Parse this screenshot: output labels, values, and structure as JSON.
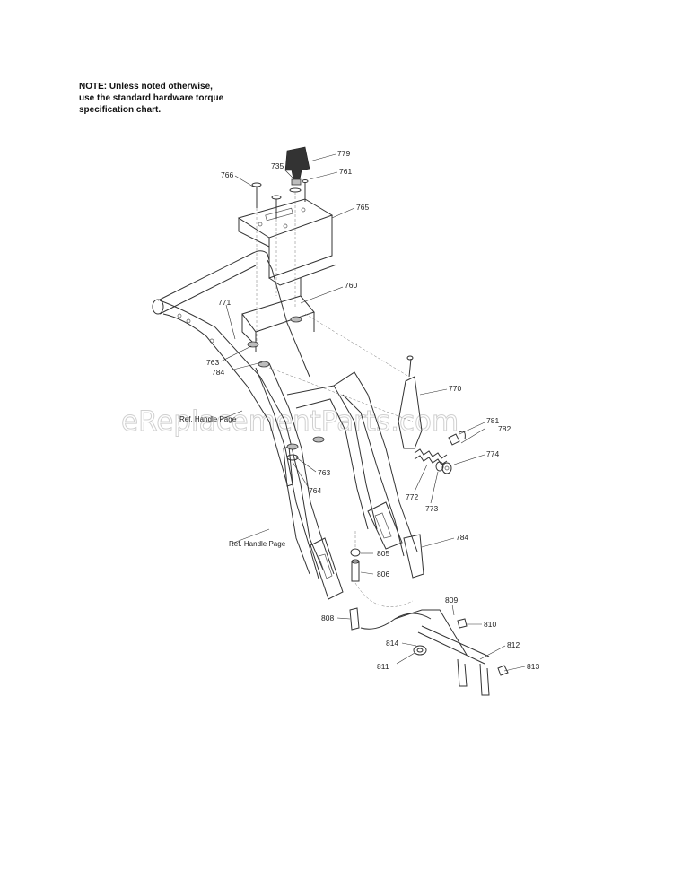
{
  "note": {
    "line1": "NOTE: Unless noted otherwise,",
    "line2": "use the standard hardware torque",
    "line3": "specification chart."
  },
  "watermark": "eReplacementParts.com",
  "reference_labels": {
    "ref_handle_1": "Ref. Handle Page",
    "ref_handle_2": "Ref. Handle Page"
  },
  "callouts": {
    "p779": "779",
    "p735": "735",
    "p761": "761",
    "p766": "766",
    "p765": "765",
    "p760": "760",
    "p771": "771",
    "p763a": "763",
    "p784a": "784",
    "p770": "770",
    "p781": "781",
    "p782": "782",
    "p774": "774",
    "p763b": "763",
    "p764": "764",
    "p772": "772",
    "p773": "773",
    "p784b": "784",
    "p805": "805",
    "p806": "806",
    "p809": "809",
    "p808": "808",
    "p810": "810",
    "p814": "814",
    "p812": "812",
    "p811": "811",
    "p813": "813"
  }
}
